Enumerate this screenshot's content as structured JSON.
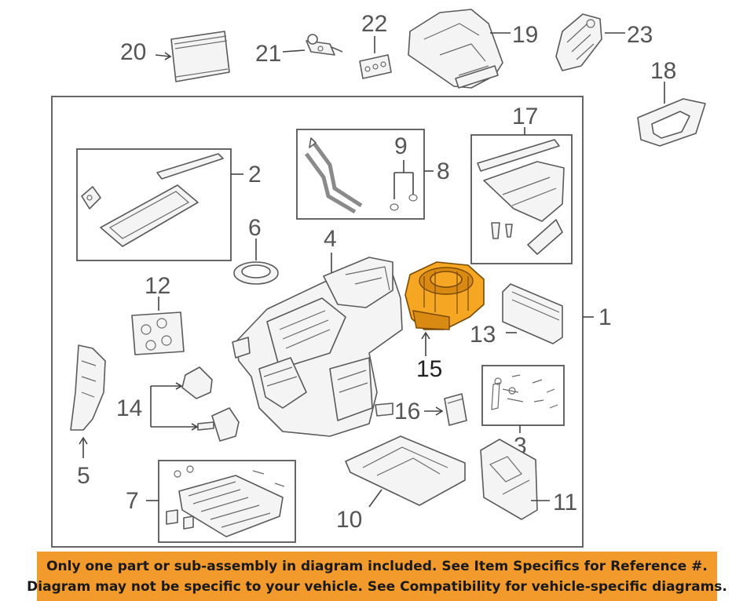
{
  "labels": {
    "n1": "1",
    "n2": "2",
    "n3": "3",
    "n4": "4",
    "n5": "5",
    "n6": "6",
    "n7": "7",
    "n8": "8",
    "n9": "9",
    "n10": "10",
    "n11": "11",
    "n12": "12",
    "n13": "13",
    "n14": "14",
    "n15": "15",
    "n16": "16",
    "n17": "17",
    "n18": "18",
    "n19": "19",
    "n20": "20",
    "n21": "21",
    "n22": "22",
    "n23": "23"
  },
  "highlight_color": "#f5a623",
  "banner": {
    "line1": "Only one part or sub-assembly in diagram included. See Item Specifics for Reference #.",
    "line2": "Diagram may not be specific to your vehicle. See Compatibility for vehicle-specific diagrams."
  }
}
